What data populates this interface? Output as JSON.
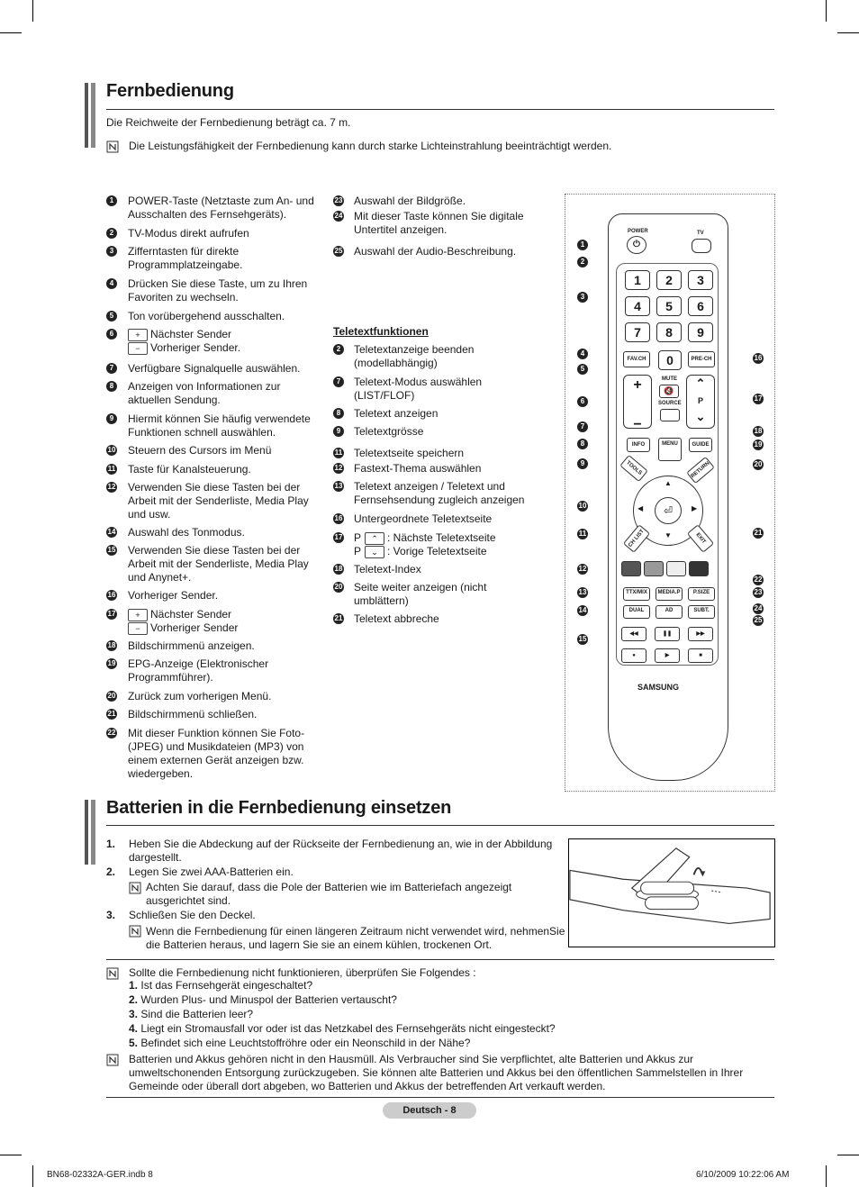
{
  "section1": {
    "title": "Fernbedienung",
    "range": "Die Reichweite der Fernbedienung beträgt ca. 7 m.",
    "note": "Die Leistungsfähigkeit der Fernbedienung kann durch starke Lichteinstrahlung beeinträchtigt werden."
  },
  "col1": [
    {
      "n": "1",
      "t": "POWER-Taste (Netztaste zum An- und Ausschalten des Fernsehgeräts)."
    },
    {
      "n": "2",
      "t": "TV-Modus direkt aufrufen"
    },
    {
      "n": "3",
      "t": "Zifferntasten für direkte Programmplatzeingabe."
    },
    {
      "n": "4",
      "t": "Drücken Sie diese Taste, um zu Ihren Favoriten zu wechseln."
    },
    {
      "n": "5",
      "t": "Ton vorübergehend ausschalten."
    },
    {
      "n": "6",
      "a": "Nächster Sender",
      "b": "Vorheriger Sender."
    },
    {
      "n": "7",
      "t": "Verfügbare Signalquelle auswählen."
    },
    {
      "n": "8",
      "t": "Anzeigen von Informationen zur aktuellen Sendung."
    },
    {
      "n": "9",
      "t": "Hiermit können Sie häufig verwendete Funktionen schnell auswählen."
    },
    {
      "n": "10",
      "t": "Steuern des Cursors im Menü"
    },
    {
      "n": "11",
      "t": "Taste für Kanalsteuerung."
    },
    {
      "n": "12",
      "t": "Verwenden Sie diese Tasten bei der Arbeit mit der Senderliste, Media Play und usw."
    },
    {
      "n": "14",
      "t": "Auswahl des Tonmodus."
    },
    {
      "n": "15",
      "t": "Verwenden Sie diese Tasten bei der Arbeit mit der Senderliste, Media Play und Anynet+."
    },
    {
      "n": "16",
      "t": "Vorheriger Sender."
    },
    {
      "n": "17",
      "a": "Nächster Sender",
      "b": "Vorheriger Sender"
    },
    {
      "n": "18",
      "t": "Bildschirmmenü anzeigen."
    },
    {
      "n": "19",
      "t": "EPG-Anzeige (Elektronischer Programmführer)."
    },
    {
      "n": "20",
      "t": "Zurück zum vorherigen Menü."
    },
    {
      "n": "21",
      "t": "Bildschirmmenü schließen."
    },
    {
      "n": "22",
      "t": "Mit dieser Funktion können Sie Foto- (JPEG) und Musikdateien (MP3) von einem externen Gerät anzeigen bzw. wiedergeben."
    }
  ],
  "col2": [
    {
      "n": "23",
      "t": "Auswahl der Bildgröße."
    },
    {
      "n": "24",
      "t": "Mit dieser Taste können Sie digitale Untertitel anzeigen."
    },
    {
      "n": "25",
      "t": "Auswahl der Audio-Beschreibung."
    }
  ],
  "teletext": {
    "heading": "Teletextfunktionen",
    "items": [
      {
        "n": "2",
        "t": "Teletextanzeige beenden (modellabhängig)"
      },
      {
        "n": "7",
        "t": "Teletext-Modus auswählen (LIST/FLOF)"
      },
      {
        "n": "8",
        "t": "Teletext anzeigen"
      },
      {
        "n": "9",
        "t": "Teletextgrösse"
      },
      {
        "n": "11",
        "t": "Teletextseite speichern"
      },
      {
        "n": "12",
        "t": "Fastext-Thema auswählen"
      },
      {
        "n": "13",
        "t": "Teletext anzeigen / Teletext und Fernsehsendung zugleich anzeigen"
      },
      {
        "n": "16",
        "t": "Untergeordnete Teletextseite"
      },
      {
        "n": "17",
        "a": "P",
        "a2": ": Nächste Teletextseite",
        "b": "P",
        "b2": ": Vorige Teletextseite"
      },
      {
        "n": "18",
        "t": "Teletext-Index"
      },
      {
        "n": "20",
        "t": "Seite weiter anzeigen (nicht umblättern)"
      },
      {
        "n": "21",
        "t": "Teletext abbreche"
      }
    ]
  },
  "remote": {
    "power": "POWER",
    "tv": "TV",
    "digits": [
      "1",
      "2",
      "3",
      "4",
      "5",
      "6",
      "7",
      "8",
      "9"
    ],
    "favch": "FAV.CH",
    "zero": "0",
    "prech": "PRE-CH",
    "mute": "MUTE",
    "p": "P",
    "source": "SOURCE",
    "info": "INFO",
    "menu": "MENU",
    "guide": "GUIDE",
    "tools": "TOOLS",
    "return": "RETURN",
    "chlist": "CH LIST",
    "exit": "EXIT",
    "ttx": "TTX/MIX",
    "media": "MEDIA.P",
    "psize": "P.SIZE",
    "dual": "DUAL",
    "ad": "AD",
    "subt": "SUBT.",
    "brand": "SAMSUNG",
    "left_callouts": [
      "1",
      "2",
      "3",
      "4",
      "5",
      "6",
      "7",
      "8",
      "9",
      "10",
      "11",
      "12",
      "13",
      "14",
      "15"
    ],
    "right_callouts": [
      "16",
      "17",
      "18",
      "19",
      "20",
      "21",
      "22",
      "23",
      "24",
      "25"
    ]
  },
  "section2": {
    "title": "Batterien in die Fernbedienung einsetzen",
    "steps": [
      {
        "n": "1.",
        "t": "Heben Sie die Abdeckung auf der Rückseite der Fernbedienung an, wie in der Abbildung dargestellt."
      },
      {
        "n": "2.",
        "t": "Legen Sie zwei AAA-Batterien ein."
      },
      {
        "n": "3.",
        "t": "Schließen Sie den Deckel."
      }
    ],
    "note2": "Achten Sie darauf, dass die Pole der Batterien wie im Batteriefach angezeigt ausgerichtet sind.",
    "note3": "Wenn die Fernbedienung für einen längeren Zeitraum nicht verwendet wird, nehmenSie die Batterien heraus, und lagern Sie sie an einem kühlen, trockenen Ort."
  },
  "trouble": {
    "intro": "Sollte die Fernbedienung nicht funktionieren, überprüfen Sie Folgendes :",
    "items": [
      {
        "n": "1.",
        "t": "Ist das Fernsehgerät eingeschaltet?"
      },
      {
        "n": "2.",
        "t": "Wurden Plus- und Minuspol der Batterien vertauscht?"
      },
      {
        "n": "3.",
        "t": "Sind die Batterien leer?"
      },
      {
        "n": "4.",
        "t": "Liegt ein Stromausfall vor oder ist das Netzkabel des Fernsehgeräts nicht eingesteckt?"
      },
      {
        "n": "5.",
        "t": "Befindet sich eine Leuchtstoffröhre oder ein Neonschild in der Nähe?"
      }
    ],
    "disposal": "Batterien und Akkus gehören nicht in den Hausmüll. Als Verbraucher sind Sie verpflichtet, alte Batterien und Akkus zur umweltschonenden Entsorgung zurückzugeben. Sie können alte Batterien und Akkus bei den öffentlichen Sammelstellen in Ihrer Gemeinde oder überall dort abgeben, wo Batterien und Akkus der betreffenden Art verkauft werden."
  },
  "footer": {
    "page": "Deutsch - 8",
    "file": "BN68-02332A-GER.indb   8",
    "date": "6/10/2009   10:22:06 AM"
  }
}
